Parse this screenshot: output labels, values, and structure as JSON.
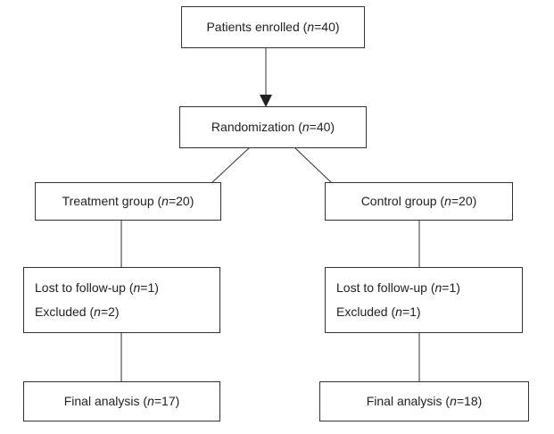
{
  "nodes": {
    "enrolled": {
      "prefix": "Patients enrolled (",
      "n_symbol": "n",
      "suffix": "=40)"
    },
    "randomization": {
      "prefix": "Randomization (",
      "n_symbol": "n",
      "suffix": "=40)"
    },
    "treatment": {
      "prefix": "Treatment group (",
      "n_symbol": "n",
      "suffix": "=20)"
    },
    "control": {
      "prefix": "Control group (",
      "n_symbol": "n",
      "suffix": "=20)"
    },
    "treatment_losses": {
      "lost": {
        "prefix": "Lost to follow-up (",
        "n_symbol": "n",
        "suffix": "=1)"
      },
      "excluded": {
        "prefix": "Excluded (",
        "n_symbol": "n",
        "suffix": "=2)"
      }
    },
    "control_losses": {
      "lost": {
        "prefix": "Lost to follow-up (",
        "n_symbol": "n",
        "suffix": "=1)"
      },
      "excluded": {
        "prefix": "Excluded (",
        "n_symbol": "n",
        "suffix": "=1)"
      }
    },
    "treatment_final": {
      "prefix": "Final analysis (",
      "n_symbol": "n",
      "suffix": "=17)"
    },
    "control_final": {
      "prefix": "Final analysis (",
      "n_symbol": "n",
      "suffix": "=18)"
    }
  }
}
